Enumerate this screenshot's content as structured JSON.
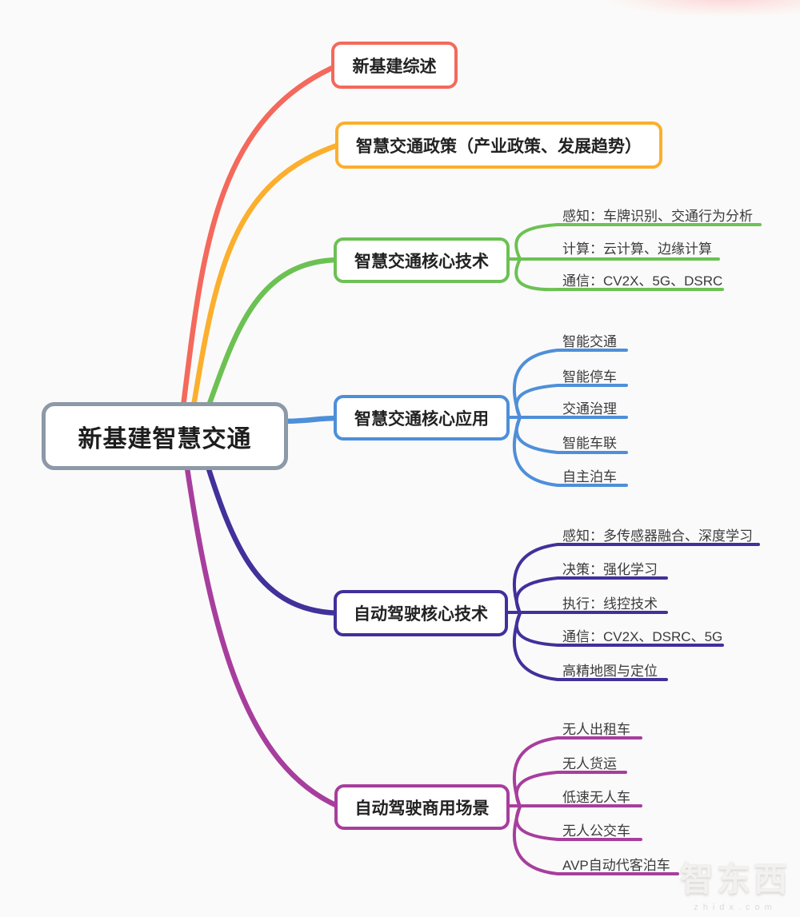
{
  "app": {
    "type": "mindmap",
    "background": "#fbfafa"
  },
  "root": {
    "label": "新基建智慧交通",
    "color": "#8C99A6"
  },
  "branches": [
    {
      "label": "新基建综述",
      "color": "#F4695B",
      "children": []
    },
    {
      "label": "智慧交通政策（产业政策、发展趋势）",
      "color": "#FBAF2D",
      "children": []
    },
    {
      "label": "智慧交通核心技术",
      "color": "#6CC153",
      "children": [
        "感知：车牌识别、交通行为分析",
        "计算：云计算、边缘计算",
        "通信：CV2X、5G、DSRC"
      ]
    },
    {
      "label": "智慧交通核心应用",
      "color": "#4E8FD9",
      "children": [
        "智能交通",
        "智能停车",
        "交通治理",
        "智能车联",
        "自主泊车"
      ]
    },
    {
      "label": "自动驾驶核心技术",
      "color": "#40319B",
      "children": [
        "感知：多传感器融合、深度学习",
        "决策：强化学习",
        "执行：线控技术",
        "通信：CV2X、DSRC、5G",
        "高精地图与定位"
      ]
    },
    {
      "label": "自动驾驶商用场景",
      "color": "#A73E9D",
      "children": [
        "无人出租车",
        "无人货运",
        "低速无人车",
        "无人公交车",
        "AVP自动代客泊车"
      ]
    }
  ],
  "watermark": {
    "brand": "智东西",
    "domain": "zhidx.com"
  }
}
